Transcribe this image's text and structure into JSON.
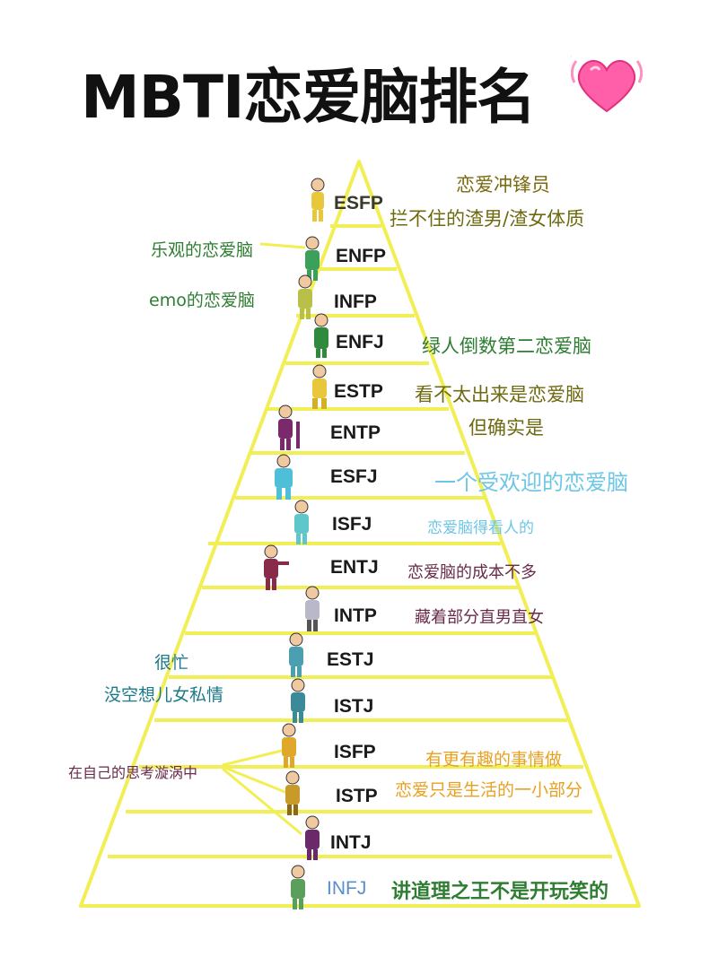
{
  "title": "MBTI恋爱脑排名",
  "tiers": [
    "ESFP",
    "ENFP",
    "INFP",
    "ENFJ",
    "ESTP",
    "ENTP",
    "ESFJ",
    "ISFJ",
    "ENTJ",
    "INTP",
    "ESTJ",
    "ISTJ",
    "ISFP",
    "ISTP",
    "INTJ",
    "INFJ"
  ],
  "notes": {
    "esfp_line1": "恋爱冲锋员",
    "esfp_line2": "拦不住的渣男/渣女体质",
    "enfp": "乐观的恋爱脑",
    "infp": "emo的恋爱脑",
    "enfj": "绿人倒数第二恋爱脑",
    "estp_line1": "看不太出来是恋爱脑",
    "estp_line2": "但确实是",
    "esfj": "一个受欢迎的恋爱脑",
    "isfj": "恋爱脑得看人的",
    "entj": "恋爱脑的成本不多",
    "intp": "藏着部分直男直女",
    "st_line1": "很忙",
    "st_line2": "没空想儿女私情",
    "introvert": "在自己的思考漩涡中",
    "isfp_istp_line1": "有更有趣的事情做",
    "isfp_istp_line2": "恋爱只是生活的一小部分",
    "infj": "讲道理之王不是开玩笑的"
  },
  "colors": {
    "pyramid": "#f2ee55",
    "olive": "#6e6a10",
    "green": "#2e7d32",
    "sky": "#6ec6e6",
    "plum": "#6a2a4a",
    "teal": "#1b7a8a",
    "orange": "#e8a020",
    "title": "#111111"
  }
}
